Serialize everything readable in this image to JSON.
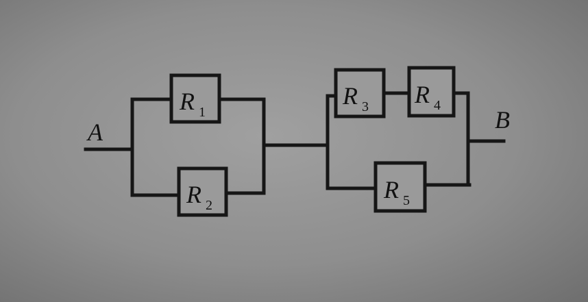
{
  "nodes": {
    "a": "A",
    "b": "B"
  },
  "resistors": [
    {
      "name": "R",
      "sub": "1"
    },
    {
      "name": "R",
      "sub": "2"
    },
    {
      "name": "R",
      "sub": "3"
    },
    {
      "name": "R",
      "sub": "4"
    },
    {
      "name": "R",
      "sub": "5"
    }
  ]
}
